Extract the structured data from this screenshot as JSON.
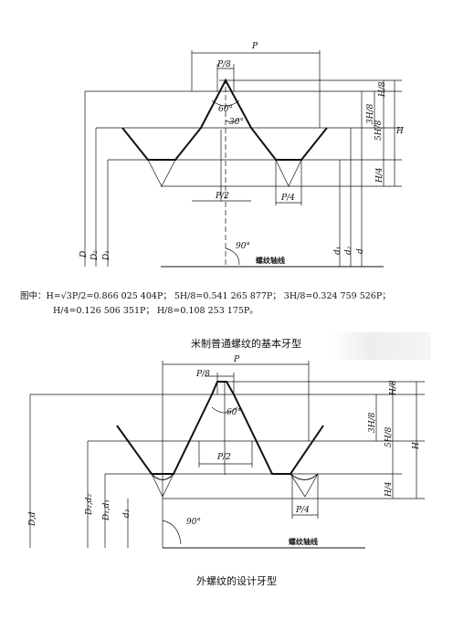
{
  "figure1": {
    "labels": {
      "P": "P",
      "P8": "P/8",
      "angle60": "60°",
      "angle30": "30°",
      "P2": "P/2",
      "P4": "P/4",
      "H8": "H/8",
      "H3_8": "3H/8",
      "H5_8": "5H/8",
      "H": "H",
      "H4": "H/4",
      "D": "D",
      "D2": "D₂",
      "D1": "D₁",
      "d1": "d₁",
      "d2": "d₂",
      "d": "d",
      "angle90": "90°",
      "axis": "螺纹轴线"
    },
    "formula_line1": "图中：H=√3P/2=0.866 025 404P；  5H/8=0.541 265 877P；  3H/8=0.324 759 526P；",
    "formula_line2": "H/4=0.126 506 351P；        H/8=0.108 253 175P。",
    "caption": "米制普通螺纹的基本牙型"
  },
  "figure2": {
    "labels": {
      "P": "P",
      "P8": "P/8",
      "angle60": "60°",
      "P2": "P/2",
      "P4": "P/4",
      "H8": "H/8",
      "H3_8": "3H/8",
      "H5_8": "5H/8",
      "H": "H",
      "H4": "H/4",
      "Dd": "D,d",
      "D2d2": "D₂,d₂",
      "D1d1": "D₁,d₁",
      "d3": "d₃",
      "angle90": "90°",
      "axis": "螺纹轴线"
    },
    "caption": "外螺纹的设计牙型"
  }
}
